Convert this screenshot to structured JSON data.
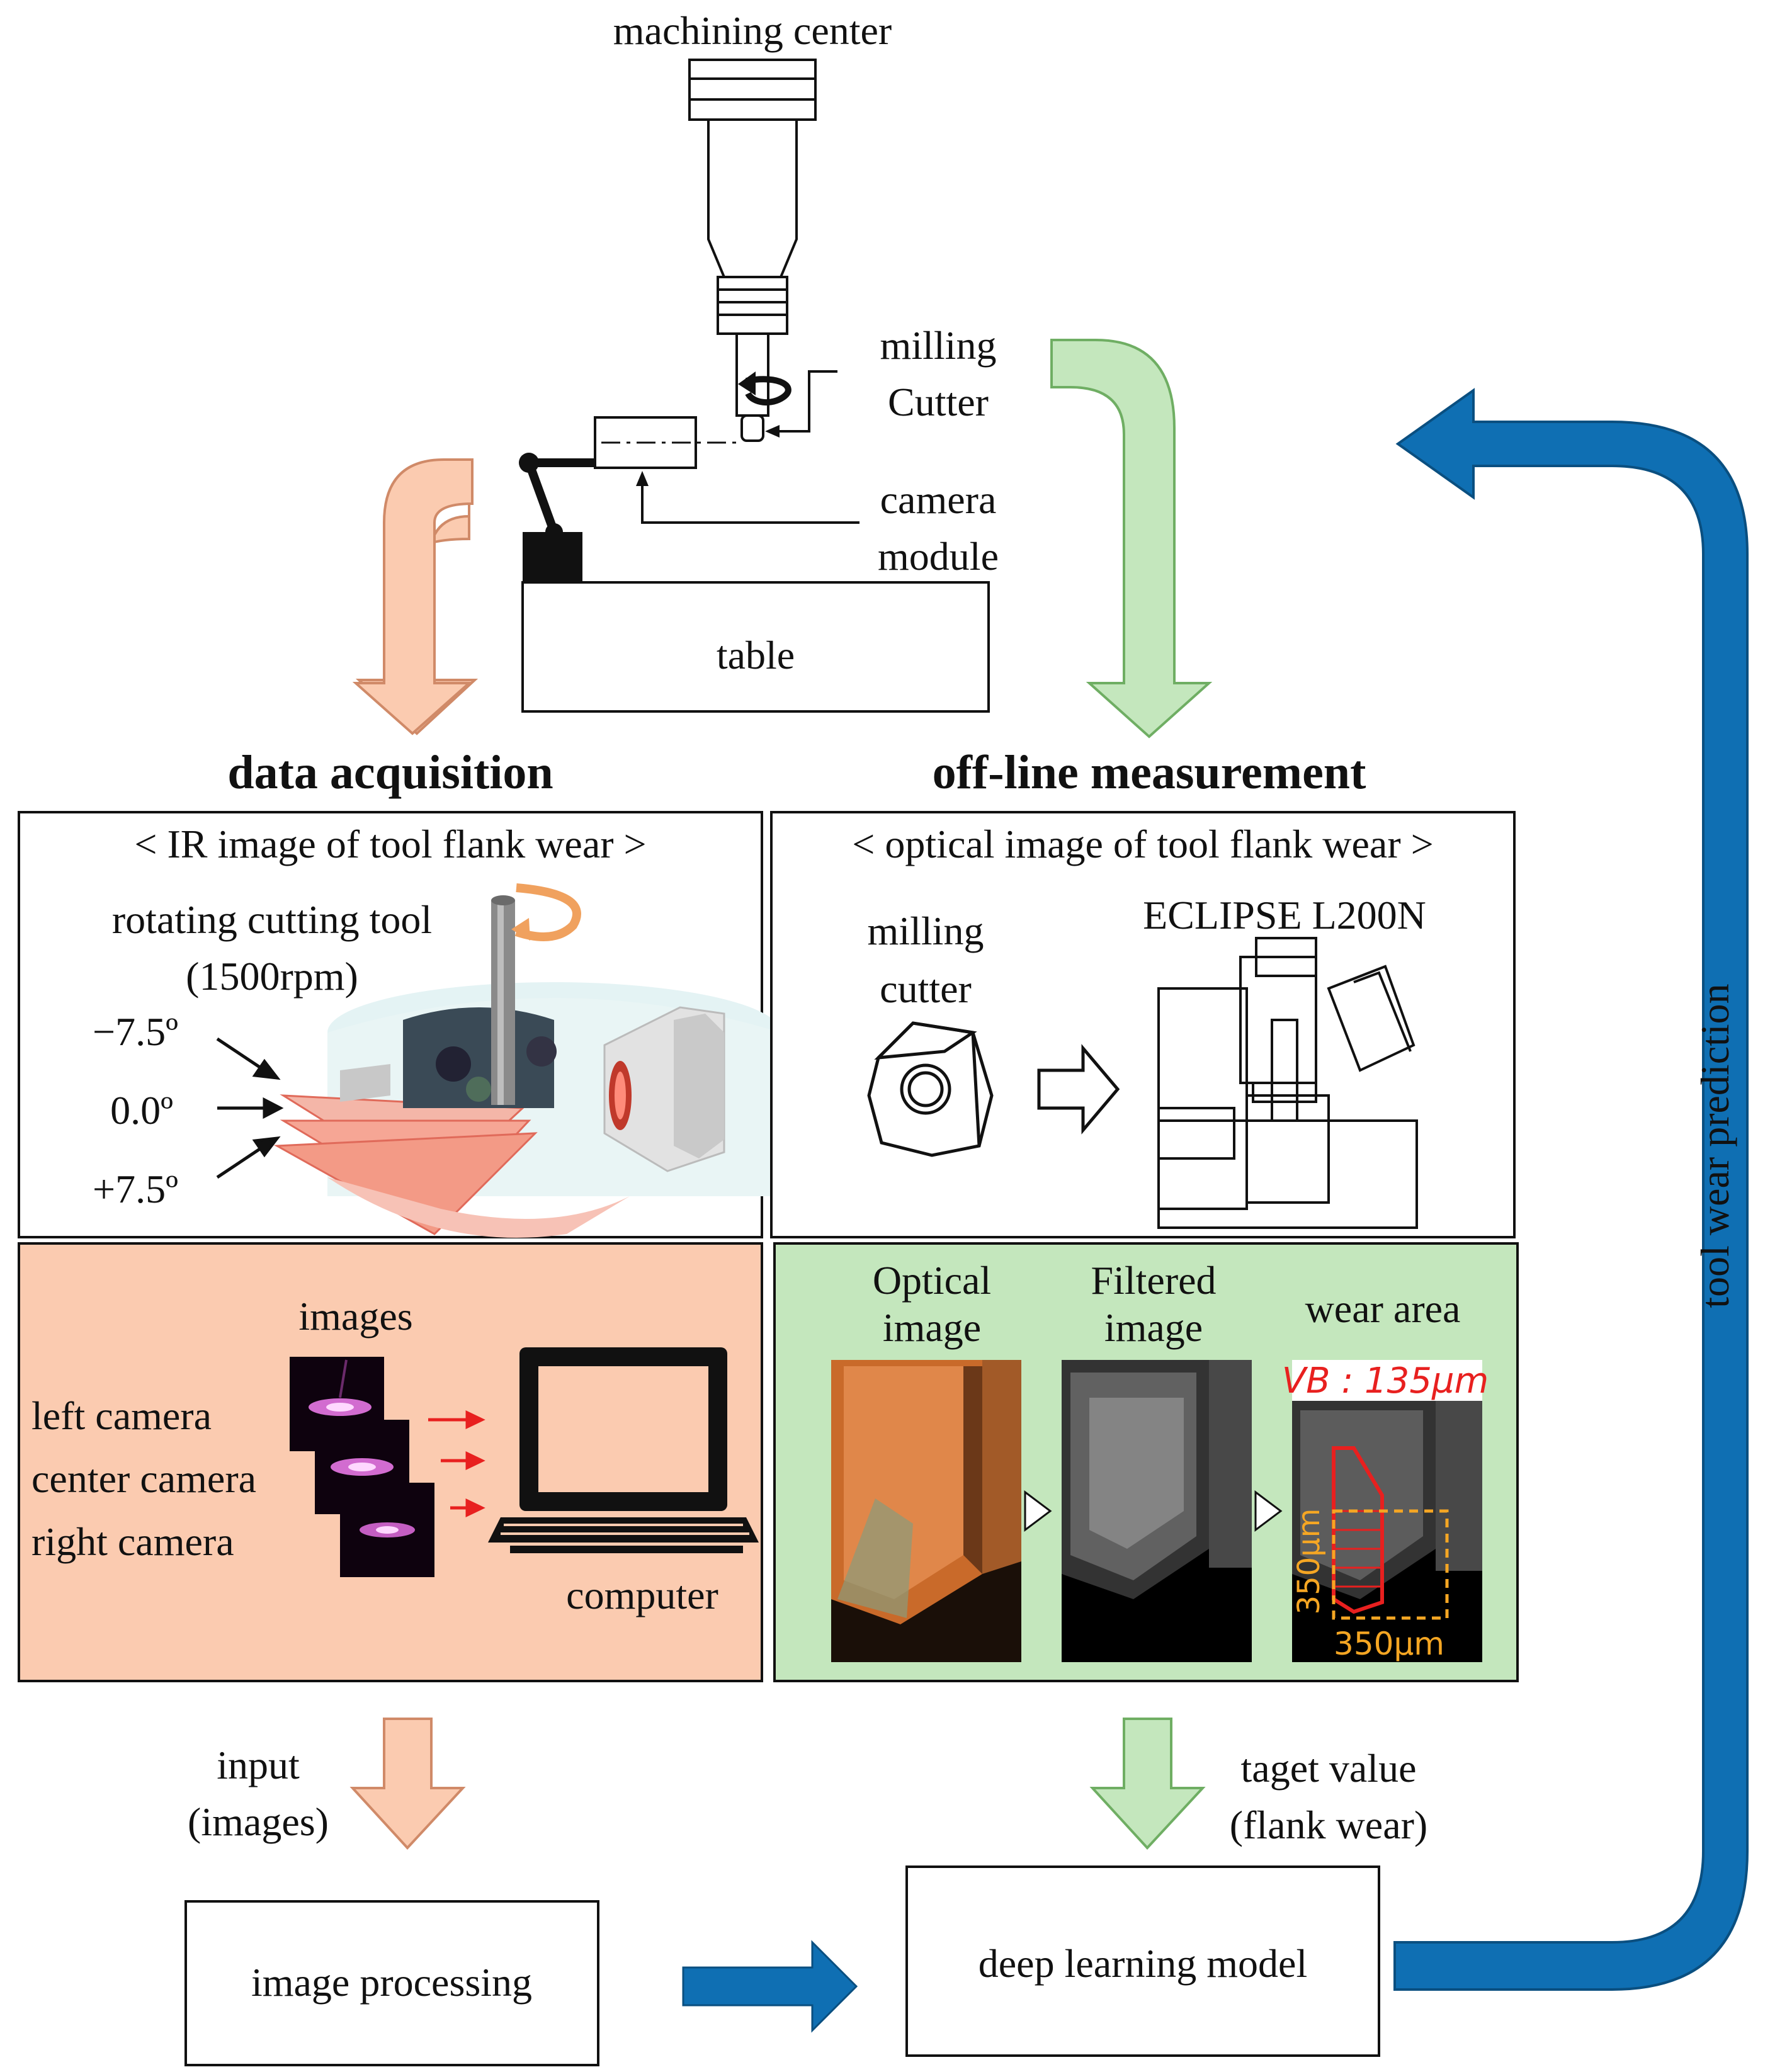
{
  "machine": {
    "title": "machining center",
    "milling_line1": "milling",
    "milling_line2": "Cutter",
    "camera_line1": "camera",
    "camera_line2": "module",
    "table": "table"
  },
  "sections": {
    "left_heading": "data acquisition",
    "right_heading": "off-line measurement"
  },
  "ir_panel": {
    "title": "< IR image of tool flank wear >",
    "rotating_line1": "rotating cutting tool",
    "rotating_line2": "(1500rpm)",
    "angles": [
      "−7.5º",
      "0.0º",
      "+7.5º"
    ]
  },
  "optical_panel": {
    "title": "< optical image of tool flank wear >",
    "cutter_line1": "milling",
    "cutter_line2": "cutter",
    "device": "ECLIPSE L200N"
  },
  "acquisition_panel": {
    "images_label": "images",
    "cameras": [
      "left camera",
      "center camera",
      "right camera"
    ],
    "computer": "computer"
  },
  "wear_panel": {
    "col1_line1": "Optical",
    "col1_line2": "image",
    "col2_line1": "Filtered",
    "col2_line2": "image",
    "col3": "wear area",
    "vb": "VB : 135µm",
    "dim_vertical": "350µm",
    "dim_horizontal": "350µm"
  },
  "flow": {
    "input_line1": "input",
    "input_line2": "(images)",
    "target_line1": "taget value",
    "target_line2": "(flank wear)",
    "image_processing": "image processing",
    "deep_learning": "deep learning model",
    "prediction": "tool wear prediction"
  },
  "colors": {
    "peach_fill": "#fbcbb0",
    "peach_stroke": "#d08a68",
    "green_fill": "#c4e7bd",
    "green_stroke": "#6fae63",
    "blue": "#0f6fb3",
    "red": "#e8201f"
  }
}
